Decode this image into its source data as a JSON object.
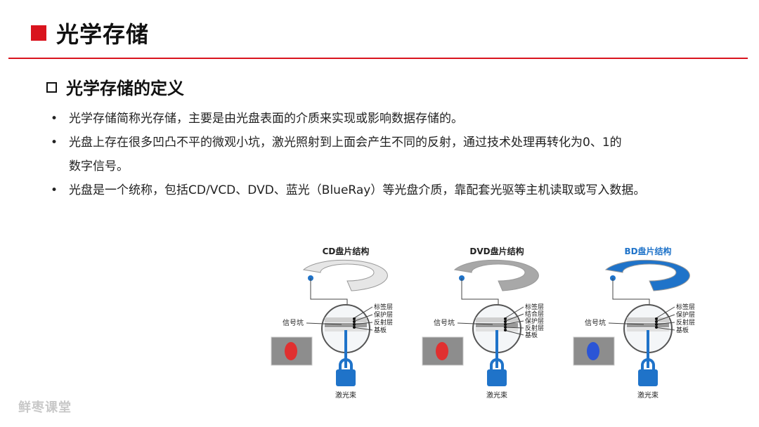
{
  "header": {
    "title": "光学存储"
  },
  "section": {
    "title": "光学存储的定义"
  },
  "bullets": [
    {
      "line1": "光学存储简称光存储，主要是由光盘表面的介质来实现或影响数据存储的。",
      "line2": ""
    },
    {
      "line1": "光盘上存在很多凹凸不平的微观小坑，激光照射到上面会产生不同的反射，通过技术处理再转化为0、1的",
      "line2": "数字信号。"
    },
    {
      "line1": "光盘是一个统称，包括CD/VCD、DVD、蓝光（BlueRay）等光盘介质，靠配套光驱等主机读取或写入数据。",
      "line2": ""
    }
  ],
  "figure": {
    "panels": [
      {
        "title": "CD盘片结构",
        "disc_color": "#e6e6e6",
        "title_color": "#222222",
        "signal": "信号坑",
        "beam": "激光束",
        "layers": [
          "标签层",
          "保护层",
          "反射层",
          "基板"
        ],
        "spot_color": "#e03030"
      },
      {
        "title": "DVD盘片结构",
        "disc_color": "#a8a8a8",
        "title_color": "#222222",
        "signal": "信号坑",
        "beam": "激光束",
        "layers": [
          "标签层",
          "结合层",
          "保护层",
          "反射层",
          "基板"
        ],
        "spot_color": "#e03030"
      },
      {
        "title": "BD盘片结构",
        "disc_color": "#1f73c9",
        "title_color": "#1f73c9",
        "signal": "信号坑",
        "beam": "激光束",
        "layers": [
          "标签层",
          "保护层",
          "反射层",
          "基板"
        ],
        "spot_color": "#2b55d6"
      }
    ]
  },
  "footer": {
    "watermark": "鲜枣课堂"
  },
  "colors": {
    "accent": "#d9141e",
    "beam": "#1f73c9"
  }
}
